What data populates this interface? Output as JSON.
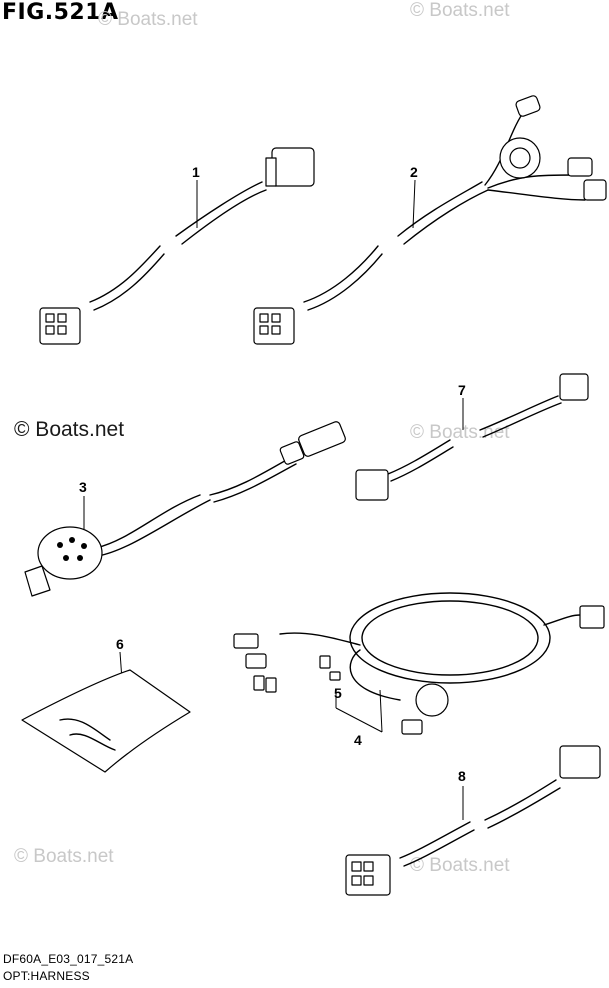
{
  "figure": {
    "title": "FIG.521A",
    "code": "DF60A_E03_017_521A",
    "caption": "OPT:HARNESS"
  },
  "watermarks": {
    "main": "© Boats.net",
    "faint": "© Boats.net"
  },
  "callouts": [
    "1",
    "2",
    "3",
    "4",
    "5",
    "6",
    "7",
    "8"
  ],
  "colors": {
    "line": "#000000",
    "background": "#ffffff",
    "watermark": "#c8c8c8"
  }
}
